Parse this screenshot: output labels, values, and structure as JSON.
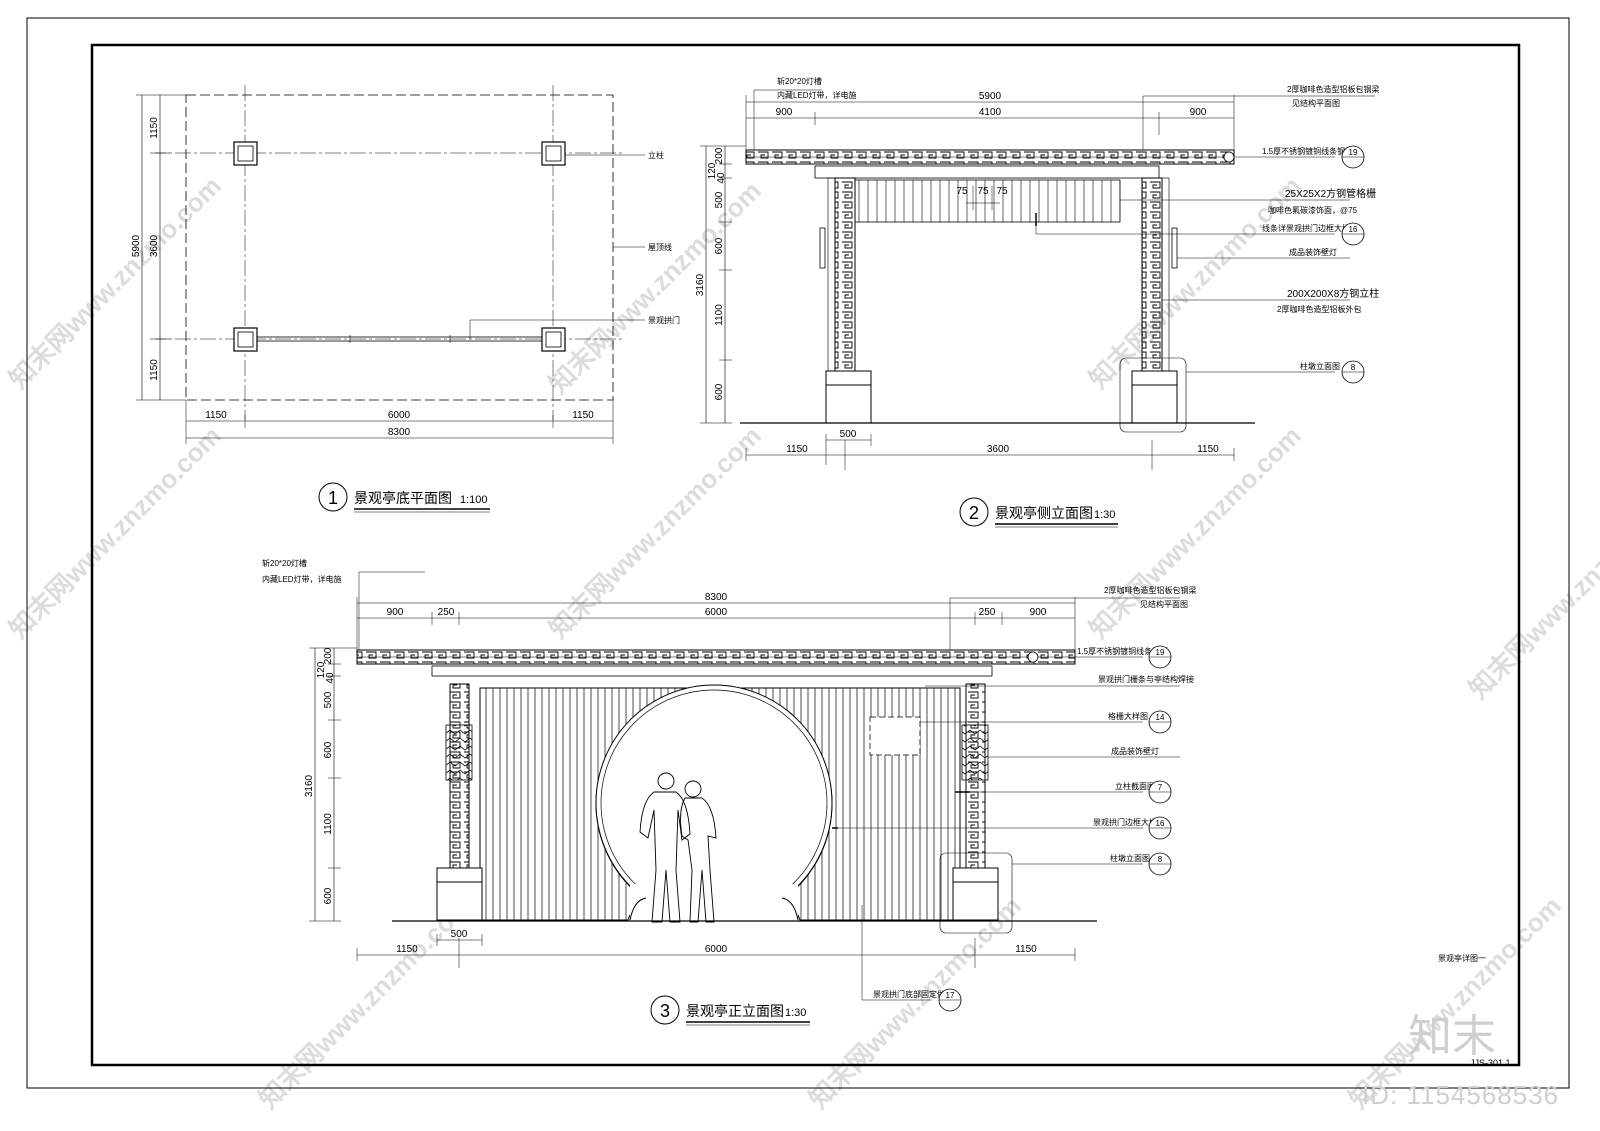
{
  "drawing1": {
    "title": "景观亭底平面图",
    "scale": "1:100",
    "num": "1",
    "dims": {
      "w_left": "1150",
      "w_mid": "6000",
      "w_right": "1150",
      "w_total": "8300",
      "h_top": "1150",
      "h_mid": "3600",
      "h_bottom": "1150",
      "h_total": "5900"
    },
    "labels": {
      "column": "立柱",
      "eave": "屋顶线",
      "door": "景观拱门"
    }
  },
  "drawing2": {
    "title": "景观亭侧立面图",
    "scale": "1:30",
    "num": "2",
    "dims": {
      "top_total": "5900",
      "top_left": "900",
      "top_mid": "4100",
      "top_right": "900",
      "bot_left": "1150",
      "bot_col": "500",
      "bot_mid": "3600",
      "bot_right": "1150",
      "v_200": "200",
      "v_120": "120",
      "v_40": "40",
      "v_500": "500",
      "v_600a": "600",
      "v_1100": "1100",
      "v_600b": "600",
      "v_total": "3160",
      "slat_a": "75",
      "slat_b": "75",
      "slat_c": "75"
    },
    "notes": {
      "led1": "斩20*20灯槽",
      "led2": "内藏LED灯带，详电施",
      "roof1": "2厚咖啡色造型铝板包钢梁",
      "roof2": "见结构平面图",
      "strip": "1.5厚不锈钢镀铜线条钢板",
      "tube1": "25X25X2方钢管格栅",
      "tube2": "咖啡色氟碳漆饰面，@75",
      "arch": "线条详景观拱门边框大样图",
      "lamp": "成品装饰壁灯",
      "col1": "200X200X8方钢立柱",
      "col2": "2厚咖啡色造型铝板外包",
      "base": "柱墩立面图"
    },
    "tags": {
      "strip": "19",
      "arch": "16",
      "base": "8"
    }
  },
  "drawing3": {
    "title": "景观亭正立面图",
    "scale": "1:30",
    "num": "3",
    "dims": {
      "top_total": "8300",
      "top_900a": "900",
      "top_250a": "250",
      "top_6000": "6000",
      "top_250b": "250",
      "top_900b": "900",
      "bot_left": "1150",
      "bot_col": "500",
      "bot_mid": "6000",
      "bot_right": "1150",
      "v_200": "200",
      "v_120": "120",
      "v_40": "40",
      "v_500": "500",
      "v_600a": "600",
      "v_1100": "1100",
      "v_600b": "600",
      "v_total": "3160"
    },
    "notes": {
      "led1": "斩20*20灯槽",
      "led2": "内藏LED灯带，详电施",
      "roof1": "2厚咖啡色造型铝板包钢梁",
      "roof2": "见结构平面图",
      "strip": "1.5厚不锈钢镀铜线条钢板",
      "door": "景观拱门栅条与亭结构焊接",
      "grille": "格栅大样图",
      "lamp": "成品装饰壁灯",
      "col": "立柱截面图",
      "arch": "景观拱门边框大样图",
      "base": "柱墩立面图",
      "fix": "景观拱门底部固定做法"
    },
    "tags": {
      "strip": "19",
      "grille": "14",
      "col": "7",
      "arch": "16",
      "base": "8",
      "fix": "17"
    }
  },
  "sheet": {
    "name": "景观亭详图一",
    "number": "JJS-301.1"
  },
  "watermark": {
    "text": "知末网www.znzmo.com",
    "brand": "知末",
    "id": "ID: 1154568536"
  }
}
